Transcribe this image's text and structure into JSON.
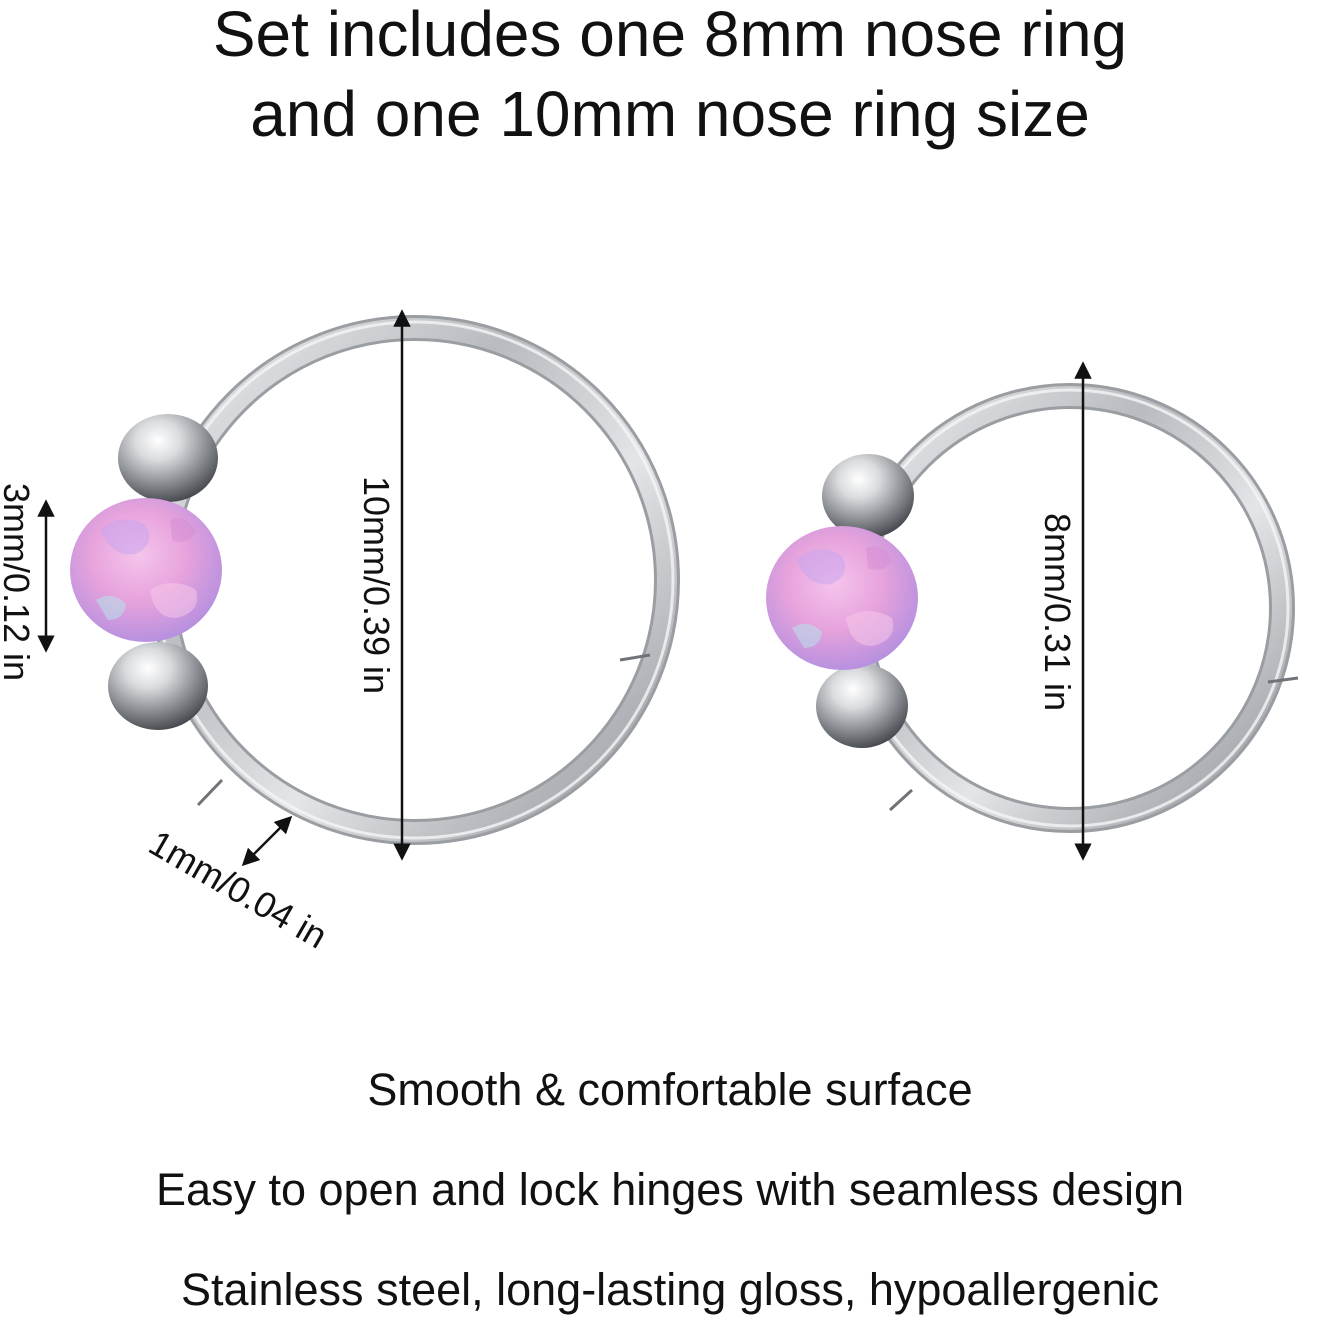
{
  "headline": {
    "line1": "Set includes one 8mm nose ring",
    "line2": "and one 10mm nose ring size"
  },
  "dimensions": {
    "large_ring_diameter": "10mm/0.39 in",
    "small_ring_diameter": "8mm/0.31 in",
    "bead_size": "3mm/0.12 in",
    "wire_thickness": "1mm/0.04 in"
  },
  "features": [
    "Smooth & comfortable surface",
    "Easy to open and lock hinges with seamless design",
    "Stainless steel, long-lasting gloss, hypoallergenic"
  ],
  "colors": {
    "metal": "#c7c9cc",
    "metal_dark": "#8d9094",
    "opal_pink": "#e7a3dc",
    "opal_lavender": "#b59be6",
    "text": "#111111"
  }
}
